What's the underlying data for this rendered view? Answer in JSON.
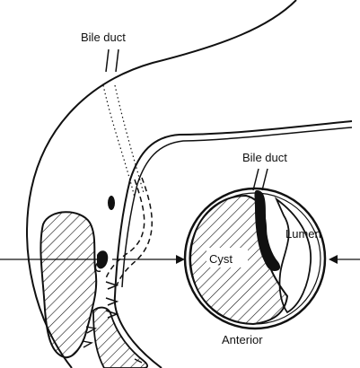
{
  "labels": {
    "bile_duct_top": "Bile duct",
    "bile_duct_right": "Bile duct",
    "cyst": "Cyst",
    "lumen": "Lumen",
    "anterior": "Anterior"
  },
  "colors": {
    "ink": "#111111",
    "background": "#ffffff"
  }
}
